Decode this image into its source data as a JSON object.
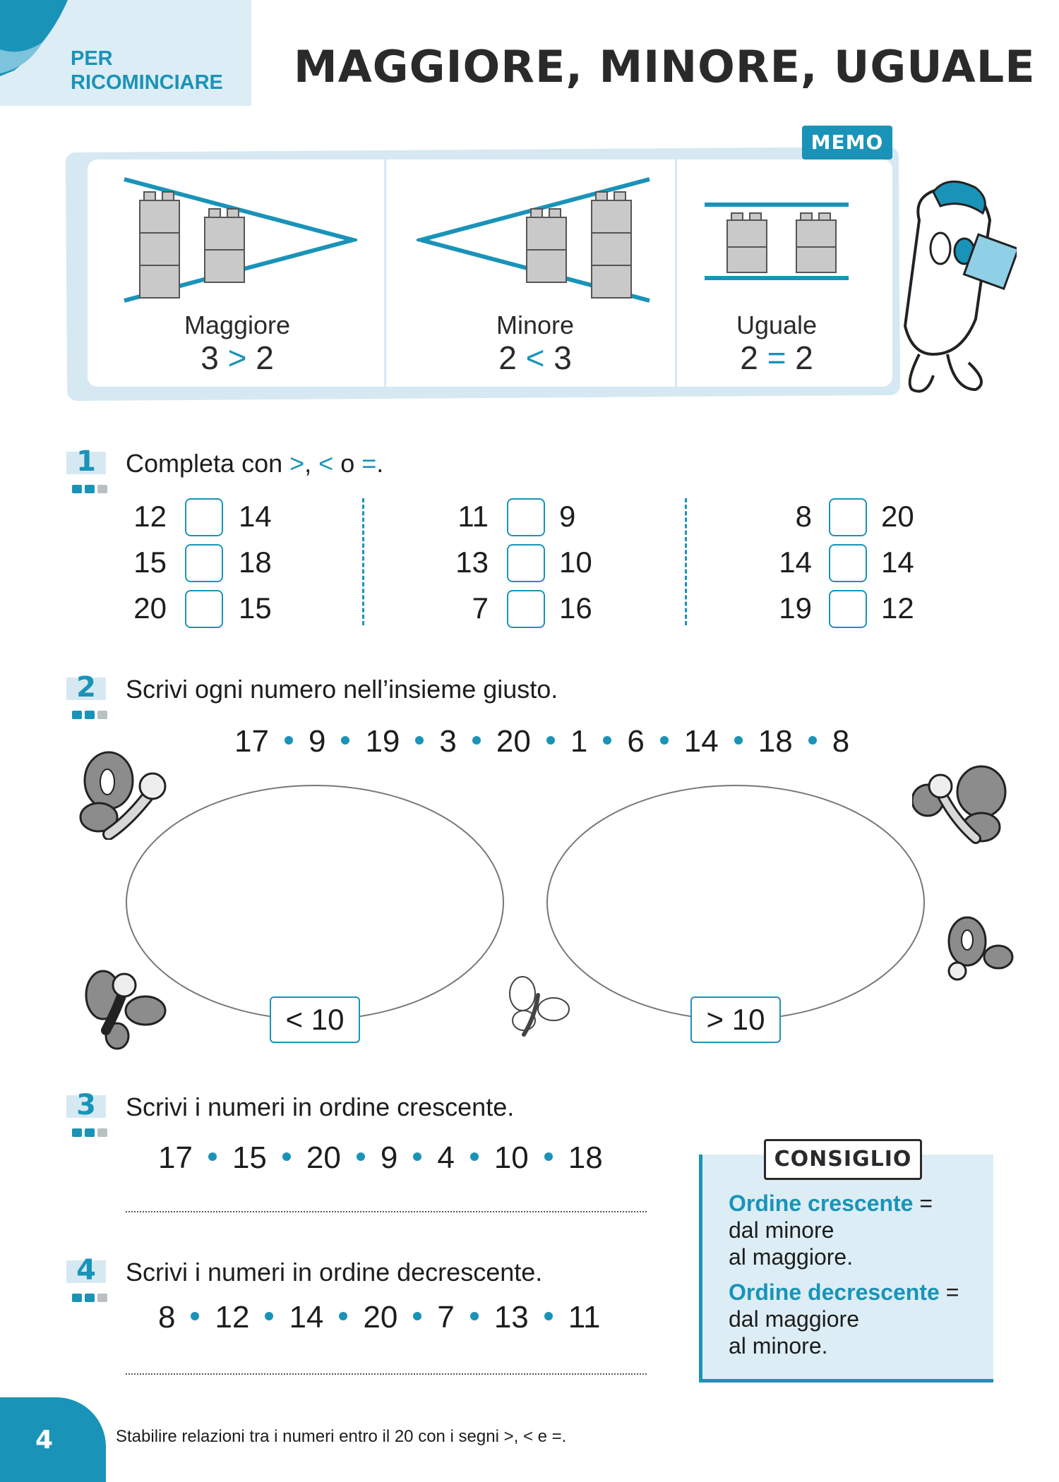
{
  "header": {
    "tag_line1": "PER",
    "tag_line2": "RICOMINCIARE",
    "title": "MAGGIORE, MINORE, UGUALE"
  },
  "memo": {
    "tag": "MEMO",
    "panels": [
      {
        "label": "Maggiore",
        "left": "3",
        "sign": ">",
        "right": "2"
      },
      {
        "label": "Minore",
        "left": "2",
        "sign": "<",
        "right": "3"
      },
      {
        "label": "Uguale",
        "left": "2",
        "sign": "=",
        "right": "2"
      }
    ]
  },
  "ex1": {
    "number": "1",
    "instruction_prefix": "Completa con ",
    "sign_gt": ">",
    "sep1": ", ",
    "sign_lt": "<",
    "sep2": " o ",
    "sign_eq": "=",
    "end": ".",
    "pairs": [
      [
        "12",
        "14"
      ],
      [
        "15",
        "18"
      ],
      [
        "20",
        "15"
      ],
      [
        "11",
        "9"
      ],
      [
        "13",
        "10"
      ],
      [
        "7",
        "16"
      ],
      [
        "8",
        "20"
      ],
      [
        "14",
        "14"
      ],
      [
        "19",
        "12"
      ]
    ]
  },
  "ex2": {
    "number": "2",
    "instruction": "Scrivi ogni numero nell’insieme giusto.",
    "numbers": [
      "17",
      "9",
      "19",
      "3",
      "20",
      "1",
      "6",
      "14",
      "18",
      "8"
    ],
    "set_left_label": "< 10",
    "set_right_label": "> 10"
  },
  "ex3": {
    "number": "3",
    "instruction": "Scrivi i numeri in ordine crescente.",
    "numbers": [
      "17",
      "15",
      "20",
      "9",
      "4",
      "10",
      "18"
    ]
  },
  "ex4": {
    "number": "4",
    "instruction": "Scrivi i numeri in ordine decrescente.",
    "numbers": [
      "8",
      "12",
      "14",
      "20",
      "7",
      "13",
      "11"
    ]
  },
  "tip": {
    "tag": "CONSIGLIO",
    "term1": "Ordine crescente",
    "eq": "=",
    "def1_line1": "dal minore",
    "def1_line2": "al maggiore.",
    "term2": "Ordine decrescente",
    "def2_line1": "dal maggiore",
    "def2_line2": "al minore."
  },
  "footer": {
    "page_number": "4",
    "text": "Stabilire relazioni tra i numeri entro il 20 con i segni >, < e =."
  },
  "colors": {
    "accent": "#1a93b8",
    "light_accent": "#d6e9f2"
  }
}
